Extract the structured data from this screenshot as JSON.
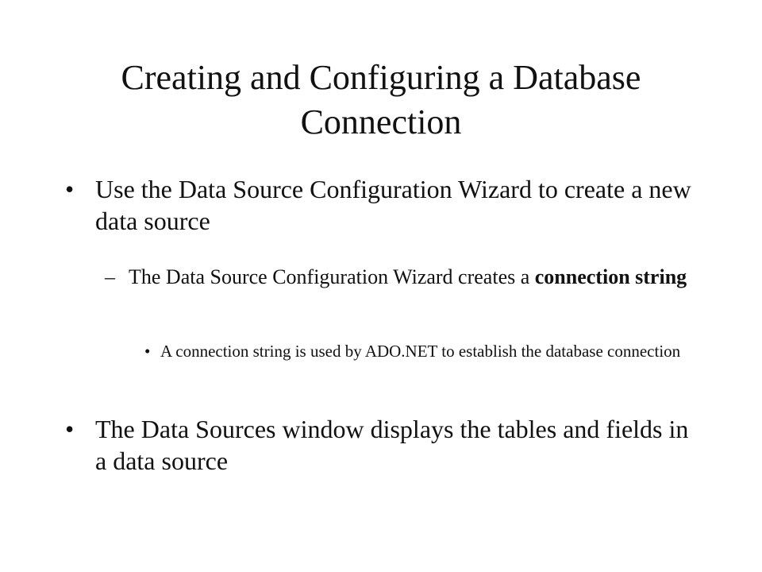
{
  "slide": {
    "title": "Creating and Configuring a Database Connection",
    "bullets": [
      {
        "marker": "•",
        "text": "Use the Data Source Configuration Wizard to create a new data source"
      },
      {
        "marker": "–",
        "text_before": "The Data Source Configuration Wizard creates a ",
        "text_bold": "connection string"
      },
      {
        "marker": "•",
        "text": "A connection string is used by ADO.NET to establish the database connection"
      },
      {
        "marker": "•",
        "text": "The Data Sources window displays the tables and fields in a data source"
      }
    ]
  }
}
